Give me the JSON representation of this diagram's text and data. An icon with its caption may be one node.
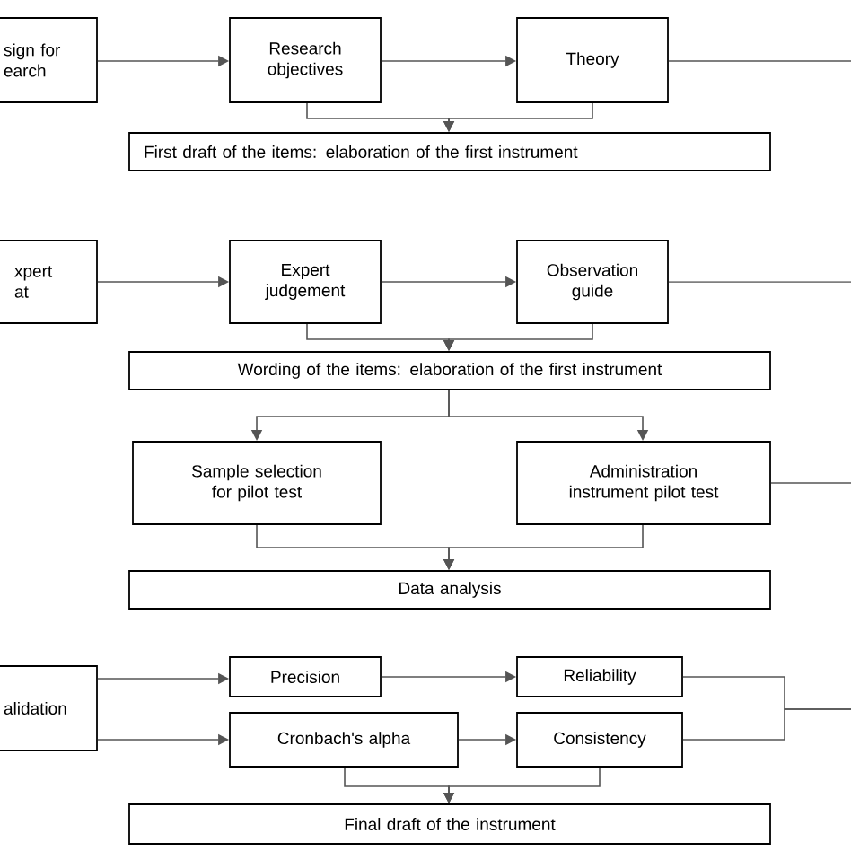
{
  "diagram": {
    "nodes": [
      {
        "text": [
          "sign for earch"
        ]
      },
      {
        "text": [
          "Research objectives"
        ]
      },
      {
        "text": [
          "Theory"
        ]
      },
      {
        "text": [
          "First draft of the items: elaboration of the first instrument"
        ]
      },
      {
        "text": [
          "xpert at"
        ]
      },
      {
        "text": [
          "Expert judgement"
        ]
      },
      {
        "text": [
          "Observation guide"
        ]
      },
      {
        "text": [
          "Wording of the items: elaboration of the first instrument"
        ]
      },
      {
        "text": [
          "Sample selection for pilot test"
        ]
      },
      {
        "text": [
          "Administration instrument pilot test"
        ]
      },
      {
        "text": [
          "Data analysis"
        ]
      },
      {
        "text": [
          "alidation"
        ]
      },
      {
        "text": [
          "Precision"
        ]
      },
      {
        "text": [
          "Reliability"
        ]
      },
      {
        "text": [
          "Cronbach's alpha"
        ]
      },
      {
        "text": [
          "Consistency"
        ]
      },
      {
        "text": [
          "Final draft of the instrument"
        ]
      }
    ],
    "edges": [
      {
        "from": 0,
        "to": 1,
        "arrow": "to"
      },
      {
        "from": 1,
        "to": 2,
        "arrow": "to"
      },
      {
        "from": 2,
        "to": null,
        "arrow": "none"
      },
      {
        "from": 1,
        "to": 3,
        "arrow": "to"
      },
      {
        "from": 2,
        "to": 3,
        "arrow": "to"
      },
      {
        "from": 4,
        "to": 5,
        "arrow": "to"
      },
      {
        "from": 5,
        "to": 6,
        "arrow": "to"
      },
      {
        "from": 6,
        "to": null,
        "arrow": "none"
      },
      {
        "from": 5,
        "to": 7,
        "arrow": "to"
      },
      {
        "from": 6,
        "to": 7,
        "arrow": "to"
      },
      {
        "from": 7,
        "to": 8,
        "arrow": "to"
      },
      {
        "from": 7,
        "to": 9,
        "arrow": "to"
      },
      {
        "from": 9,
        "to": null,
        "arrow": "none"
      },
      {
        "from": 8,
        "to": 10,
        "arrow": "to"
      },
      {
        "from": 9,
        "to": 10,
        "arrow": "to"
      },
      {
        "from": 11,
        "to": 12,
        "arrow": "to"
      },
      {
        "from": 11,
        "to": 14,
        "arrow": "to"
      },
      {
        "from": 12,
        "to": 13,
        "arrow": "to"
      },
      {
        "from": 14,
        "to": 15,
        "arrow": "to"
      },
      {
        "from": 13,
        "to": null,
        "arrow": "none"
      },
      {
        "from": 15,
        "to": null,
        "arrow": "none"
      },
      {
        "from": 14,
        "to": 16,
        "arrow": "to"
      },
      {
        "from": 15,
        "to": 16,
        "arrow": "to"
      }
    ]
  }
}
